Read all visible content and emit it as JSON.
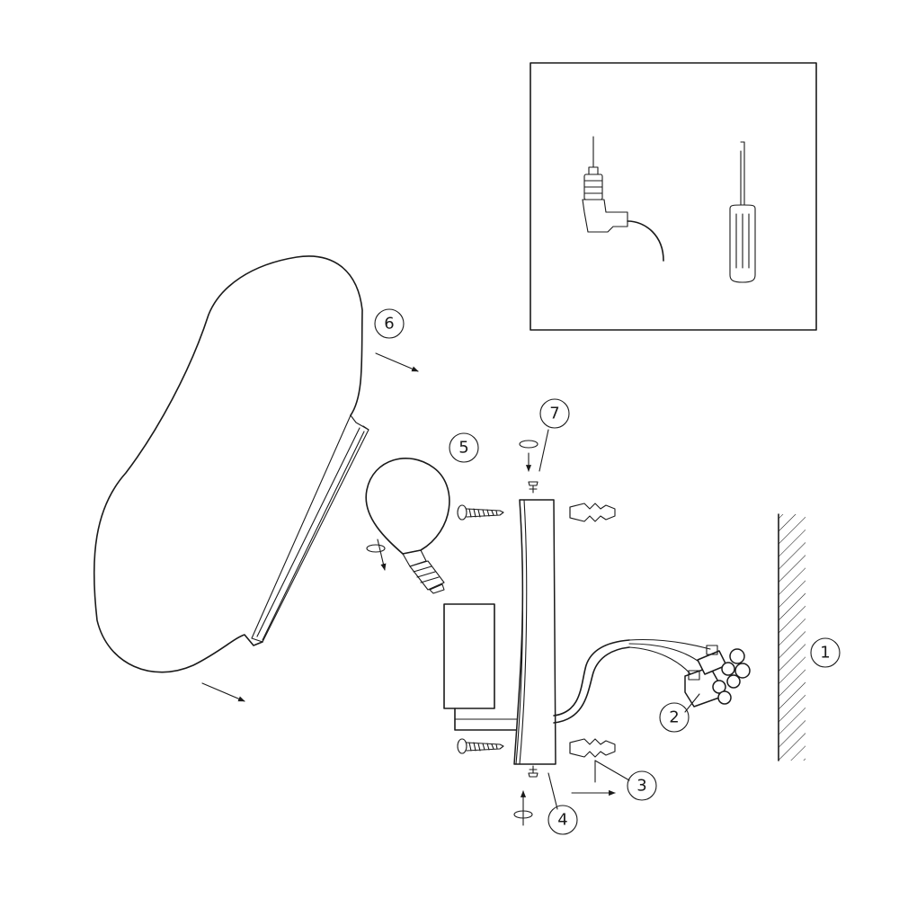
{
  "callouts": {
    "c1": "1",
    "c2": "2",
    "c3": "3",
    "c4": "4",
    "c5": "5",
    "c6": "6",
    "c7": "7"
  },
  "tools": [
    "drill-icon",
    "screwdriver-icon"
  ],
  "colors": {
    "ink": "#1a1a1a",
    "paper": "#ffffff"
  }
}
